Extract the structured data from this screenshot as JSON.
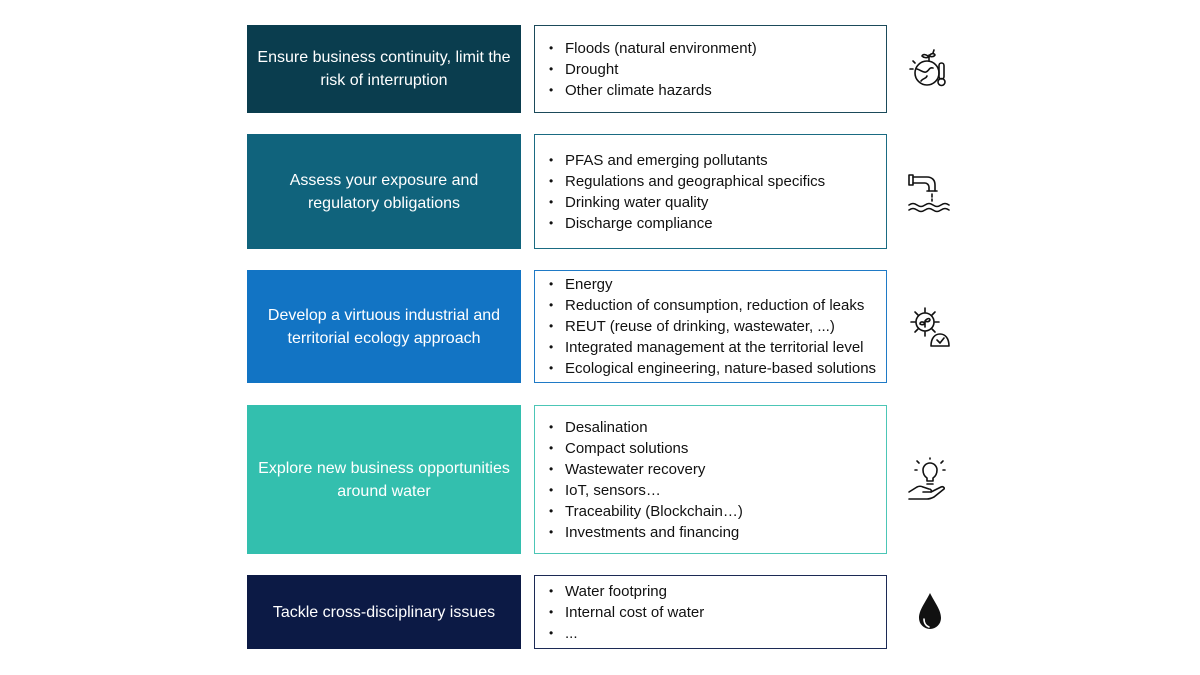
{
  "rows": [
    {
      "label": "Ensure business continuity, limit the risk of interruption",
      "color": "#0a3d4e",
      "border": "#1b4a5a",
      "items": [
        "Floods (natural environment)",
        "Drought",
        "Other climate hazards"
      ],
      "icon": "globe-thermometer-icon"
    },
    {
      "label": "Assess your exposure and regulatory obligations",
      "color": "#10637c",
      "border": "#1a6b82",
      "items": [
        "PFAS and emerging pollutants",
        "Regulations and geographical specifics",
        "Drinking water quality",
        "Discharge compliance"
      ],
      "icon": "pipe-discharge-icon"
    },
    {
      "label": "Develop a virtuous industrial and territorial ecology approach",
      "color": "#1274c4",
      "border": "#1f7ac6",
      "items": [
        "Energy",
        "Reduction of consumption, reduction of leaks",
        "REUT (reuse of drinking, wastewater, ...)",
        "Integrated management at the territorial level",
        "Ecological engineering, nature-based solutions"
      ],
      "icon": "gear-plant-icon"
    },
    {
      "label": "Explore new business opportunities around water",
      "color": "#33bfae",
      "border": "#4cc6b6",
      "items": [
        "Desalination",
        "Compact solutions",
        "Wastewater recovery",
        "IoT, sensors…",
        "Traceability (Blockchain…)",
        "Investments and financing"
      ],
      "icon": "hand-lightbulb-icon"
    },
    {
      "label": "Tackle cross-disciplinary issues",
      "color": "#0c1a45",
      "border": "#1c2a55",
      "items": [
        "Water footpring",
        "Internal cost of water",
        "..."
      ],
      "icon": "water-drop-icon"
    }
  ]
}
